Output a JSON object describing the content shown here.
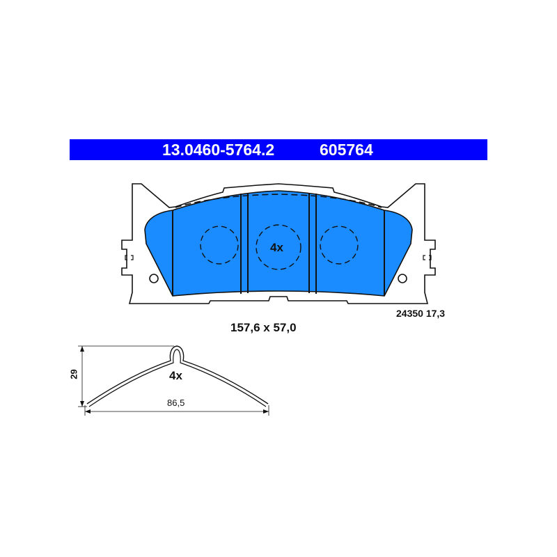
{
  "header": {
    "part_number": "13.0460-5764.2",
    "ref_number": "605764"
  },
  "pad": {
    "quantity": "4x",
    "dimensions": "157,6 x 57,0",
    "codes": "24350 17,3",
    "color": "#1a8cff"
  },
  "clip": {
    "quantity": "4x",
    "height": "29",
    "width": "86,5"
  },
  "colors": {
    "banner": "#0000ff"
  }
}
